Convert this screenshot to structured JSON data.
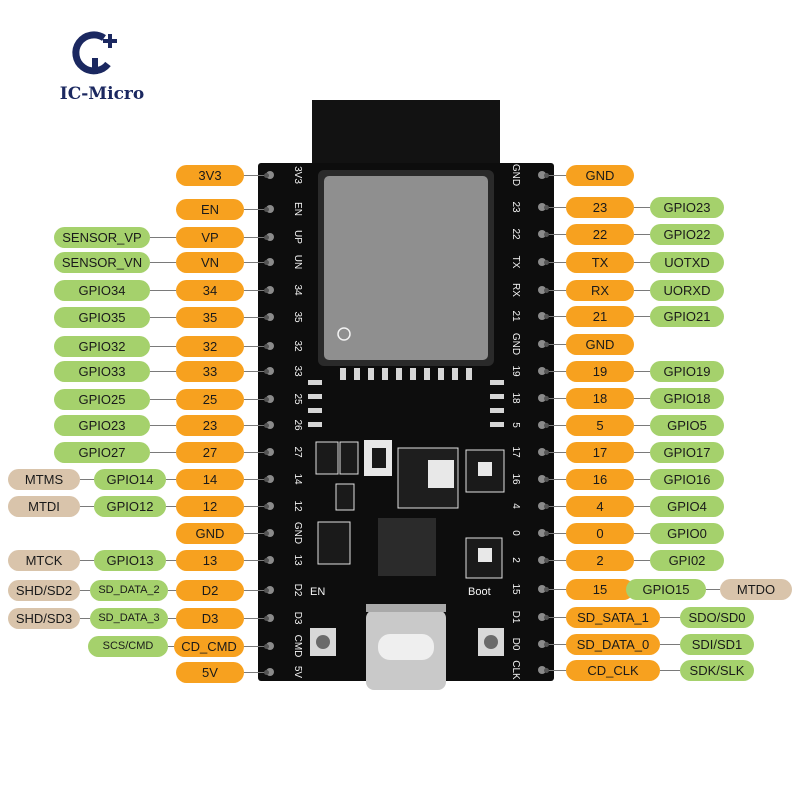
{
  "brand": {
    "name": "IC-Micro"
  },
  "board": {
    "silk_en": "EN",
    "silk_boot": "Boot"
  },
  "pins_left": [
    {
      "silk": "3V3",
      "inner": "3V3",
      "outer": null,
      "outer_small": false,
      "alt": null
    },
    {
      "silk": "EN",
      "inner": "EN",
      "outer": null,
      "outer_small": false,
      "alt": null
    },
    {
      "silk": "UP",
      "inner": "VP",
      "outer": "SENSOR_VP",
      "outer_small": false,
      "alt": null
    },
    {
      "silk": "UN",
      "inner": "VN",
      "outer": "SENSOR_VN",
      "outer_small": false,
      "alt": null
    },
    {
      "silk": "34",
      "inner": "34",
      "outer": "GPIO34",
      "outer_small": false,
      "alt": null
    },
    {
      "silk": "35",
      "inner": "35",
      "outer": "GPIO35",
      "outer_small": false,
      "alt": null
    },
    {
      "silk": "32",
      "inner": "32",
      "outer": "GPIO32",
      "outer_small": false,
      "alt": null
    },
    {
      "silk": "33",
      "inner": "33",
      "outer": "GPIO33",
      "outer_small": false,
      "alt": null
    },
    {
      "silk": "25",
      "inner": "25",
      "outer": "GPIO25",
      "outer_small": false,
      "alt": null
    },
    {
      "silk": "26",
      "inner": "23",
      "outer": "GPIO23",
      "outer_small": false,
      "alt": null
    },
    {
      "silk": "27",
      "inner": "27",
      "outer": "GPIO27",
      "outer_small": false,
      "alt": null
    },
    {
      "silk": "14",
      "inner": "14",
      "outer": "GPIO14",
      "outer_small": false,
      "alt": "MTMS"
    },
    {
      "silk": "12",
      "inner": "12",
      "outer": "GPIO12",
      "outer_small": false,
      "alt": "MTDI"
    },
    {
      "silk": "GND",
      "inner": "GND",
      "outer": null,
      "outer_small": false,
      "alt": null
    },
    {
      "silk": "13",
      "inner": "13",
      "outer": "GPIO13",
      "outer_small": false,
      "alt": "MTCK"
    },
    {
      "silk": "D2",
      "inner": "D2",
      "outer": "SD_DATA_2",
      "outer_small": true,
      "alt": "SHD/SD2"
    },
    {
      "silk": "D3",
      "inner": "D3",
      "outer": "SD_DATA_3",
      "outer_small": true,
      "alt": "SHD/SD3"
    },
    {
      "silk": "CMD",
      "inner": "CD_CMD",
      "outer": "SCS/CMD",
      "outer_small": true,
      "alt": null
    },
    {
      "silk": "5V",
      "inner": "5V",
      "outer": null,
      "outer_small": false,
      "alt": null
    }
  ],
  "pins_right": [
    {
      "silk": "GND",
      "inner": "GND",
      "outer": null,
      "alt": null
    },
    {
      "silk": "23",
      "inner": "23",
      "outer": "GPIO23",
      "alt": null
    },
    {
      "silk": "22",
      "inner": "22",
      "outer": "GPIO22",
      "alt": null
    },
    {
      "silk": "TX",
      "inner": "TX",
      "outer": "UOTXD",
      "alt": null
    },
    {
      "silk": "RX",
      "inner": "RX",
      "outer": "UORXD",
      "alt": null
    },
    {
      "silk": "21",
      "inner": "21",
      "outer": "GPIO21",
      "alt": null
    },
    {
      "silk": "GND",
      "inner": "GND",
      "outer": null,
      "alt": null
    },
    {
      "silk": "19",
      "inner": "19",
      "outer": "GPIO19",
      "alt": null
    },
    {
      "silk": "18",
      "inner": "18",
      "outer": "GPIO18",
      "alt": null
    },
    {
      "silk": "5",
      "inner": "5",
      "outer": "GPIO5",
      "alt": null
    },
    {
      "silk": "17",
      "inner": "17",
      "outer": "GPIO17",
      "alt": null
    },
    {
      "silk": "16",
      "inner": "16",
      "outer": "GPIO16",
      "alt": null
    },
    {
      "silk": "4",
      "inner": "4",
      "outer": "GPIO4",
      "alt": null
    },
    {
      "silk": "0",
      "inner": "0",
      "outer": "GPIO0",
      "alt": null
    },
    {
      "silk": "2",
      "inner": "2",
      "outer": "GPI02",
      "alt": null
    },
    {
      "silk": "15",
      "inner": "15",
      "outer": "GPIO15",
      "alt": "MTDO"
    },
    {
      "silk": "D1",
      "inner": "SD_SATA_1",
      "outer": "SDO/SD0",
      "alt": null
    },
    {
      "silk": "D0",
      "inner": "SD_DATA_0",
      "outer": "SDI/SD1",
      "alt": null
    },
    {
      "silk": "CLK",
      "inner": "CD_CLK",
      "outer": "SDK/SLK",
      "alt": null
    }
  ],
  "colors": {
    "orange": "#f7a11f",
    "green": "#a5d16c",
    "tan": "#d9c4ab",
    "pcb": "#0d0d0d",
    "brand": "#1b2860"
  }
}
